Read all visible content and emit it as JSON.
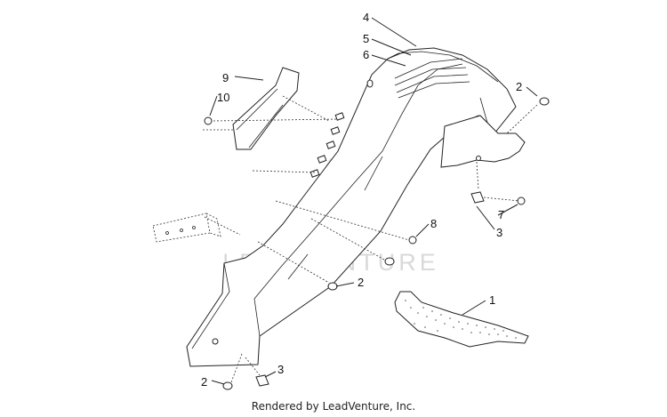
{
  "callouts": {
    "c1": "1",
    "c2a": "2",
    "c2b": "2",
    "c2c": "2",
    "c3a": "3",
    "c3b": "3",
    "c4": "4",
    "c5": "5",
    "c6": "6",
    "c7": "7",
    "c8": "8",
    "c9": "9",
    "c10": "10"
  },
  "watermark": "LEADVENTURE",
  "caption": "Rendered by LeadVenture, Inc.",
  "colors": {
    "line": "#222222",
    "watermark": "#d9d9d9",
    "pad_dots": "#555555"
  }
}
